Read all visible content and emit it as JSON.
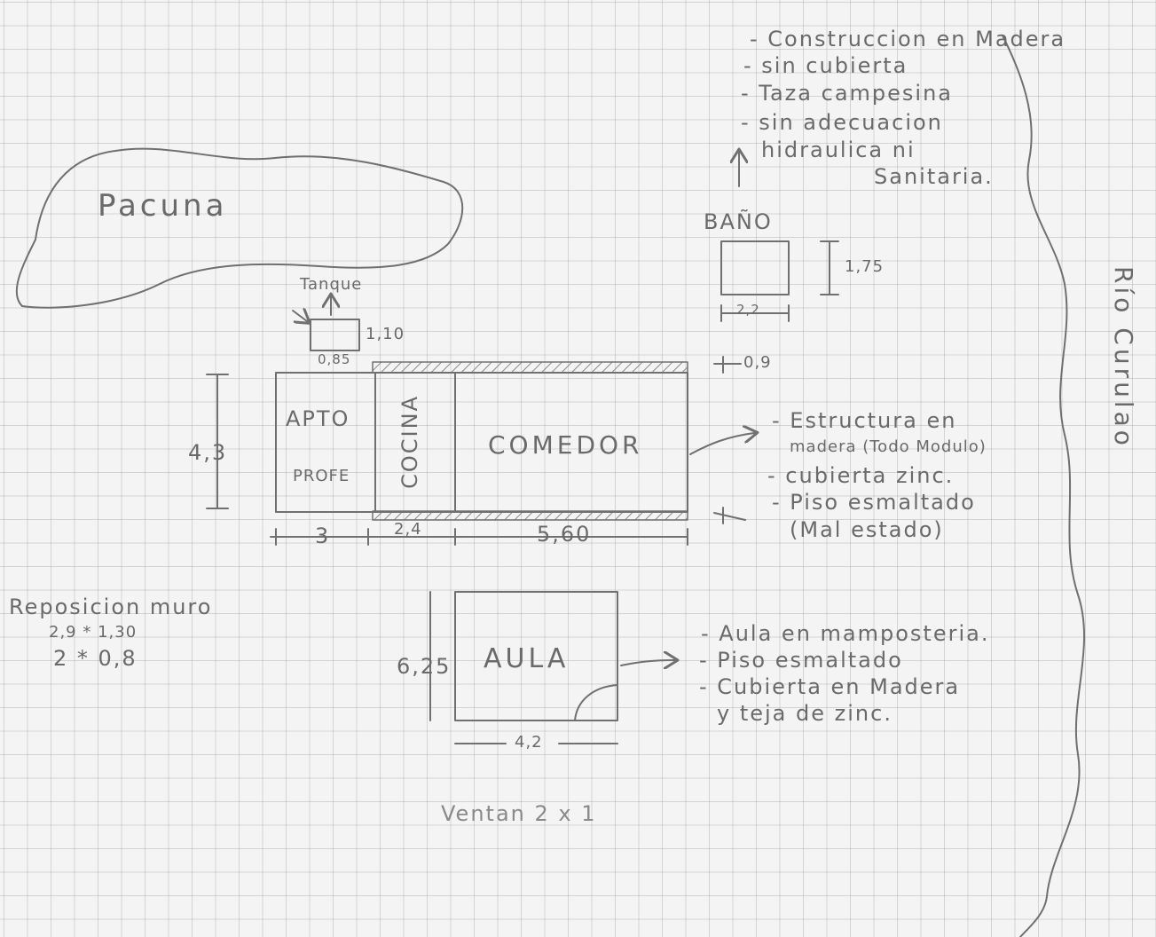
{
  "labels": {
    "laguna": "Pacuna",
    "tanque": "Tanque",
    "tanque_dim_h": "1,10",
    "tanque_dim_w": "0,85",
    "bano": "BAÑO",
    "bano_dim_h": "1,75",
    "bano_dim_w": "2,2",
    "cover_dim": "0,9",
    "main_height": "4,3",
    "room_apto": "APTO",
    "room_profe": "PROFE",
    "room_cocina": "COCINA",
    "room_comedor": "COMEDOR",
    "dim_3": "3",
    "dim_24": "2,4",
    "dim_560": "5,60",
    "aula": "AULA",
    "aula_dim_h": "6,25",
    "aula_dim_w": "4,2",
    "rio": "Río Curulao",
    "ventana": "Ventan 2 x 1"
  },
  "notes": {
    "bano": [
      "- Construccion en Madera",
      "- sin cubierta",
      "- Taza campesina",
      "- sin adecuacion",
      "hidraulica ni",
      "Sanitaria."
    ],
    "estructura": [
      "- Estructura en",
      "madera (Todo Modulo)",
      "- cubierta zinc.",
      "- Piso esmaltado",
      "(Mal estado)"
    ],
    "aula": [
      "- Aula en mamposteria.",
      "- Piso esmaltado",
      "- Cubierta en Madera",
      "y teja de zinc."
    ],
    "reposicion": [
      "Reposicion muro",
      "2,9 * 1,30",
      "2 * 0,8"
    ]
  }
}
